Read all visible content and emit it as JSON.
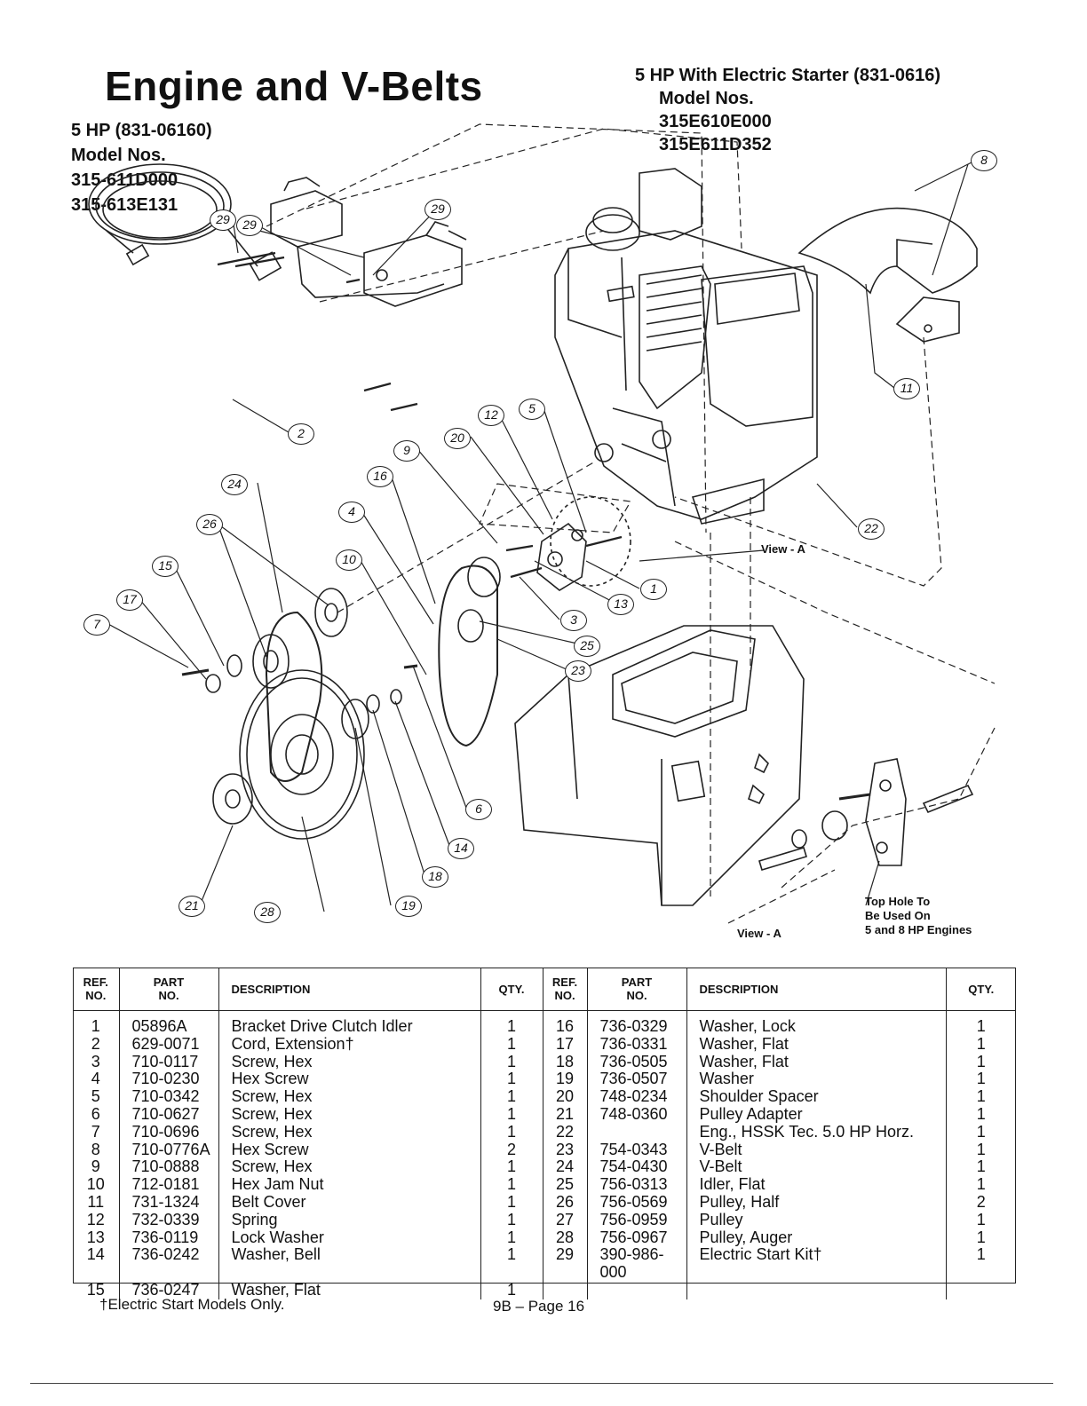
{
  "title": "Engine and V-Belts",
  "left_header": {
    "engine": "5 HP (831-06160)",
    "model_label": "Model Nos.",
    "models": [
      "315-611D000",
      "315-613E131"
    ]
  },
  "right_header": {
    "engine": "5 HP With Electric Starter (831-0616)",
    "model_label": "Model Nos.",
    "models": [
      "315E610E000",
      "315E611D352"
    ]
  },
  "diagram": {
    "callouts": [
      "29",
      "29",
      "29",
      "2",
      "24",
      "26",
      "15",
      "17",
      "7",
      "16",
      "4",
      "10",
      "9",
      "20",
      "12",
      "5",
      "1",
      "13",
      "3",
      "25",
      "23",
      "6",
      "14",
      "18",
      "19",
      "28",
      "21",
      "22",
      "11",
      "8"
    ],
    "view_label_top": "View - A",
    "view_label_bottom": "View - A",
    "note": [
      "Top Hole To",
      "Be Used On",
      "5 and 8 HP Engines"
    ]
  },
  "table": {
    "headers": {
      "ref": [
        "REF.",
        "NO."
      ],
      "part": [
        "PART",
        "NO."
      ],
      "desc": "DESCRIPTION",
      "qty": "QTY."
    },
    "left": [
      {
        "ref": "1",
        "part": "05896A",
        "desc": "Bracket Drive Clutch Idler",
        "qty": "1"
      },
      {
        "ref": "2",
        "part": "629-0071",
        "desc": "Cord, Extension†",
        "qty": "1"
      },
      {
        "ref": "3",
        "part": "710-0117",
        "desc": "Screw, Hex",
        "qty": "1"
      },
      {
        "ref": "4",
        "part": "710-0230",
        "desc": "Hex Screw",
        "qty": "1"
      },
      {
        "ref": "5",
        "part": "710-0342",
        "desc": "Screw, Hex",
        "qty": "1"
      },
      {
        "ref": "6",
        "part": "710-0627",
        "desc": "Screw, Hex",
        "qty": "1"
      },
      {
        "ref": "7",
        "part": "710-0696",
        "desc": "Screw, Hex",
        "qty": "1"
      },
      {
        "ref": "8",
        "part": "710-0776A",
        "desc": "Hex Screw",
        "qty": "2"
      },
      {
        "ref": "9",
        "part": "710-0888",
        "desc": "Screw, Hex",
        "qty": "1"
      },
      {
        "ref": "10",
        "part": "712-0181",
        "desc": "Hex Jam Nut",
        "qty": "1"
      },
      {
        "ref": "11",
        "part": "731-1324",
        "desc": "Belt Cover",
        "qty": "1"
      },
      {
        "ref": "12",
        "part": "732-0339",
        "desc": "Spring",
        "qty": "1"
      },
      {
        "ref": "13",
        "part": "736-0119",
        "desc": "Lock Washer",
        "qty": "1"
      },
      {
        "ref": "14",
        "part": "736-0242",
        "desc": "Washer, Bell",
        "qty": "1"
      },
      {
        "ref": "15",
        "part": "736-0247",
        "desc": "Washer, Flat",
        "qty": "1"
      }
    ],
    "right": [
      {
        "ref": "16",
        "part": "736-0329",
        "desc": "Washer, Lock",
        "qty": "1"
      },
      {
        "ref": "17",
        "part": "736-0331",
        "desc": "Washer, Flat",
        "qty": "1"
      },
      {
        "ref": "18",
        "part": "736-0505",
        "desc": "Washer, Flat",
        "qty": "1"
      },
      {
        "ref": "19",
        "part": "736-0507",
        "desc": "Washer",
        "qty": "1"
      },
      {
        "ref": "20",
        "part": "748-0234",
        "desc": "Shoulder Spacer",
        "qty": "1"
      },
      {
        "ref": "21",
        "part": "748-0360",
        "desc": "Pulley Adapter",
        "qty": "1"
      },
      {
        "ref": "22",
        "part": "",
        "desc": "Eng., HSSK Tec. 5.0 HP Horz.",
        "qty": "1"
      },
      {
        "ref": "23",
        "part": "754-0343",
        "desc": "V-Belt",
        "qty": "1"
      },
      {
        "ref": "24",
        "part": "754-0430",
        "desc": "V-Belt",
        "qty": "1"
      },
      {
        "ref": "25",
        "part": "756-0313",
        "desc": "Idler, Flat",
        "qty": "1"
      },
      {
        "ref": "26",
        "part": "756-0569",
        "desc": "Pulley, Half",
        "qty": "2"
      },
      {
        "ref": "27",
        "part": "756-0959",
        "desc": "Pulley",
        "qty": "1"
      },
      {
        "ref": "28",
        "part": "756-0967",
        "desc": "Pulley, Auger",
        "qty": "1"
      },
      {
        "ref": "29",
        "part": "390-986-000",
        "desc": "Electric Start Kit†",
        "qty": "1"
      }
    ]
  },
  "footnote": "†Electric Start Models Only.",
  "page": "9B – Page 16"
}
